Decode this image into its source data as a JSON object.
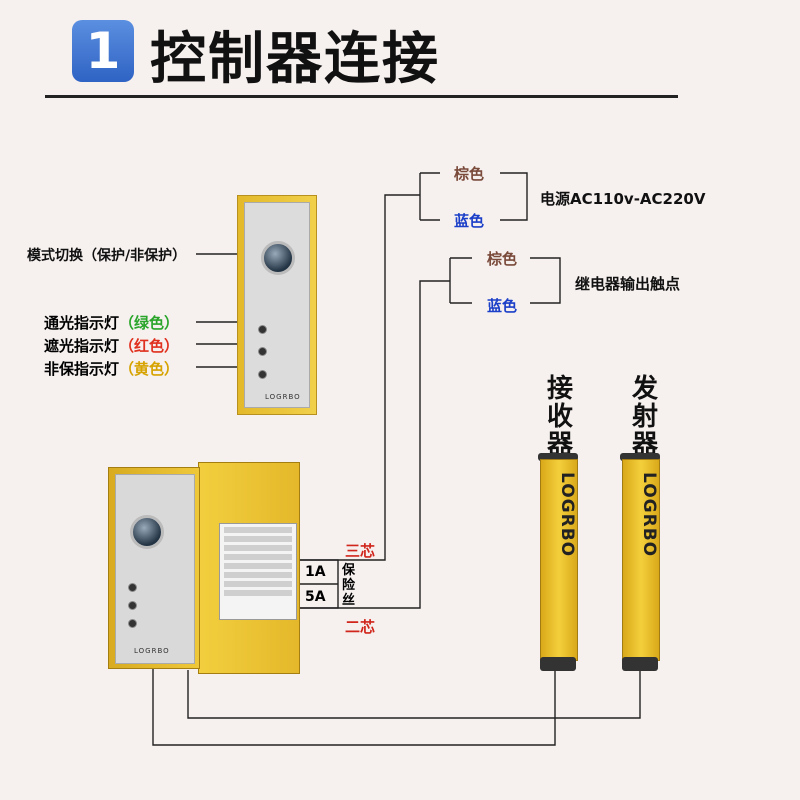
{
  "header": {
    "step_number": "1",
    "title": "控制器连接"
  },
  "controller_labels": {
    "mode_switch": "模式切换（保护/非保护）",
    "pass_light": "通光指示灯",
    "pass_color": "（绿色）",
    "block_light": "遮光指示灯",
    "block_color": "（红色）",
    "nonprotect_light": "非保指示灯",
    "nonprotect_color": "（黄色）"
  },
  "power_wires": {
    "brown": "棕色",
    "blue": "蓝色",
    "label": "电源AC110v-AC220V"
  },
  "relay_wires": {
    "brown": "棕色",
    "blue": "蓝色",
    "label": "继电器输出触点"
  },
  "cables": {
    "three_core": "三芯",
    "two_core": "二芯"
  },
  "fuse": {
    "a1": "1A",
    "a5": "5A",
    "label_1": "保",
    "label_2": "险",
    "label_3": "丝"
  },
  "sensors": {
    "receiver": [
      "接",
      "收",
      "器"
    ],
    "emitter": [
      "发",
      "射",
      "器"
    ],
    "brand": "LOGRBO"
  },
  "device_brand": "LOGRBO",
  "colors": {
    "green": "#2aa52a",
    "red": "#e0301e",
    "yellow": "#d6a300",
    "brown": "#7a4a3a",
    "blue": "#1b3fc8",
    "accent": "#d0261c"
  }
}
